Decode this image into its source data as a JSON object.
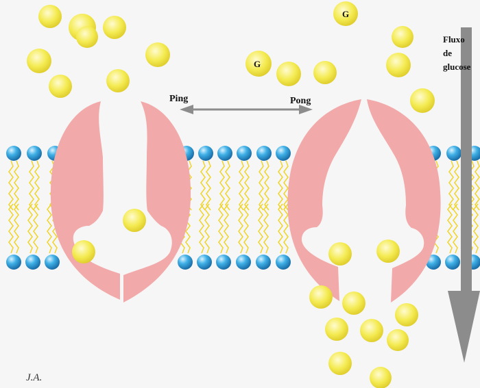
{
  "labels": {
    "ping": "Ping",
    "pong": "Pong",
    "flux_line1": "Fluxo",
    "flux_line2": "de",
    "flux_line3": "glucose",
    "glucose_symbol": "G",
    "author": "J.A."
  },
  "colors": {
    "background": "#f6f6f6",
    "glucose": "#f2e94e",
    "glucose_edge": "#e2d52a",
    "transporter": "#f2a9a9",
    "lipid_head": "#2f9fd8",
    "lipid_tail": "#efd52a",
    "arrow": "#8c8c8c"
  }
}
